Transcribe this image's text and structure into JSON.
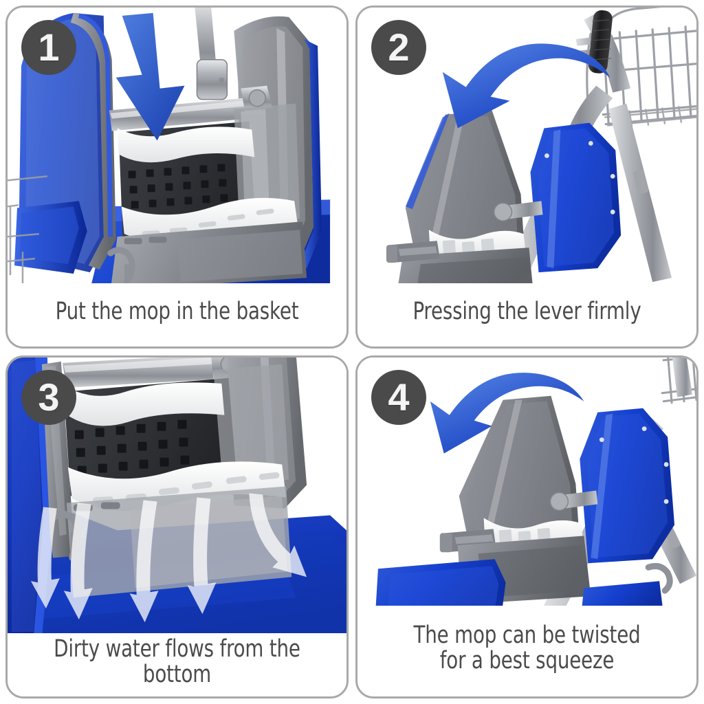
{
  "theme": {
    "panel_border_color": "#a9a9a9",
    "badge_bg_color": "#4a4a4a",
    "badge_text_color": "#f4f4f4",
    "caption_text_color": "#4b4b4b",
    "arrow_blue_light": "#4f7fe0",
    "arrow_blue_dark": "#1f45b4",
    "cart_blue": "#1540cf",
    "cart_blue_dark": "#0f2fa8",
    "cart_gray": "#8c8f94",
    "cart_gray_dark": "#55585d",
    "steel": "#b9bcc1",
    "background": "#ffffff"
  },
  "panels": [
    {
      "number": "1",
      "badge_name": "step-badge-1",
      "caption": "Put the mop in the basket",
      "arrow_icon": "straight-down-arrow-icon",
      "scene": "mop-wringer-basket-top-view"
    },
    {
      "number": "2",
      "badge_name": "step-badge-2",
      "caption": "Pressing the lever firmly",
      "arrow_icon": "curved-down-arrow-icon",
      "scene": "wringer-lever-side-view-with-wire-basket"
    },
    {
      "number": "3",
      "badge_name": "step-badge-3",
      "caption": "Dirty water flows from the bottom",
      "arrow_icon": "water-flow-arrows-icon",
      "scene": "wringer-draining-into-blue-bucket"
    },
    {
      "number": "4",
      "badge_name": "step-badge-4",
      "caption": "The mop can be twisted\nfor a best squeeze",
      "arrow_icon": "curved-down-arrow-icon",
      "scene": "wringer-lever-closed-side-view"
    }
  ]
}
